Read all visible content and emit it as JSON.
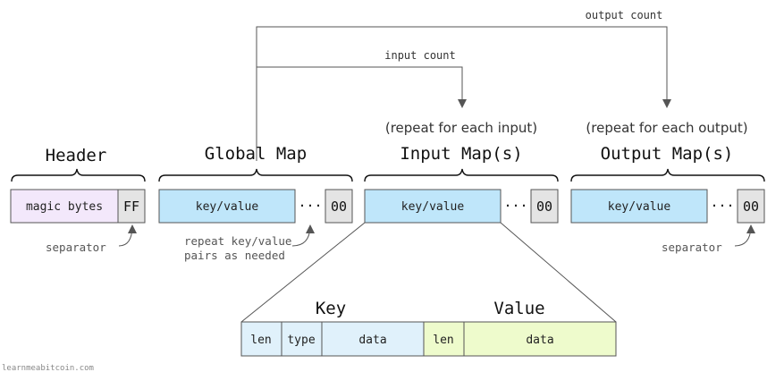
{
  "counts": {
    "output": "output count",
    "input": "input count"
  },
  "repeat": {
    "input": "(repeat for each input)",
    "output": "(repeat for each output)"
  },
  "titles": {
    "header": "Header",
    "global": "Global Map",
    "input": "Input Map(s)",
    "output": "Output Map(s)"
  },
  "header": {
    "magic": "magic bytes",
    "sep": "FF"
  },
  "global": {
    "kv": "key/value",
    "dots": "···",
    "end": "00"
  },
  "input": {
    "kv": "key/value",
    "dots": "···",
    "end": "00"
  },
  "output": {
    "kv": "key/value",
    "dots": "···",
    "end": "00"
  },
  "notes": {
    "separator_left": "separator",
    "repeat_line1": "repeat key/value",
    "repeat_line2": "pairs as needed",
    "separator_right": "separator"
  },
  "detail": {
    "key_label": "Key",
    "value_label": "Value",
    "key_len": "len",
    "key_type": "type",
    "key_data": "data",
    "value_len": "len",
    "value_data": "data"
  },
  "credit": "learnmeabitcoin.com",
  "colors": {
    "magic_fill": "#f3e8fb",
    "sep_fill": "#e4e4e4",
    "kv_fill": "#bfe6fa",
    "key_detail_fill": "#e0f1fb",
    "value_fill": "#eefbcc",
    "arrow": "#555555"
  }
}
